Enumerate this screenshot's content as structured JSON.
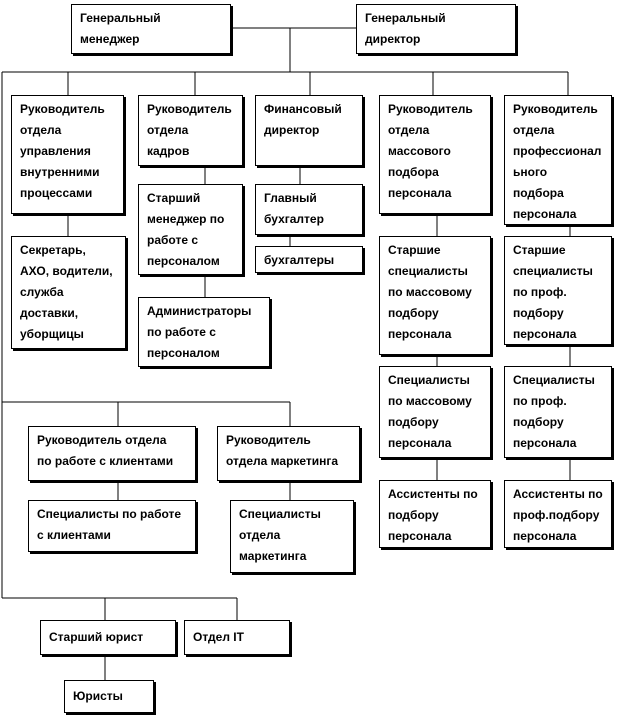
{
  "boxes": {
    "gen_manager": "Генеральный\nменеджер",
    "gen_director": "Генеральный\nдиректор",
    "head_internal": "Руководитель\nотдела\nуправления\nвнутренними\nпроцессами",
    "secretary": "Секретарь,\nАХО, водители,\nслужба\nдоставки,\nуборщицы",
    "head_hr": "Руководитель\nотдела\nкадров",
    "senior_hr": "Старший\nменеджер по\nработе с\nперсоналом",
    "admins_hr": "Администраторы\nпо работе с\nперсоналом",
    "fin_director": "Финансовый\nдиректор",
    "chief_accountant": "Главный\nбухгалтер",
    "accountants": "бухгалтеры",
    "head_mass": "Руководитель\nотдела\nмассового\nподбора\nперсонала",
    "senior_mass": "Старшие\nспециалисты\nпо массовому\nподбору\nперсонала",
    "spec_mass": "Специалисты\nпо массовому\nподбору\nперсонала",
    "assist_mass": "Ассистенты по\nподбору\nперсонала",
    "head_prof": "Руководитель\nотдела\nпрофессионал\nьного\nподбора\nперсонала",
    "senior_prof": "Старшие\nспециалисты\nпо проф.\nподбору\nперсонала",
    "spec_prof": "Специалисты\nпо проф.\nподбору\nперсонала",
    "assist_prof": "Ассистенты по\nпроф.подбору\nперсонала",
    "head_clients": "Руководитель отдела\nпо работе с клиентами",
    "spec_clients": "Специалисты по работе\nс клиентами",
    "head_marketing": "Руководитель\nотдела маркетинга",
    "spec_marketing": "Специалисты\nотдела\nмаркетинга",
    "senior_lawyer": "Старший юрист",
    "it_dept": "Отдел IT",
    "lawyers": "Юристы"
  }
}
